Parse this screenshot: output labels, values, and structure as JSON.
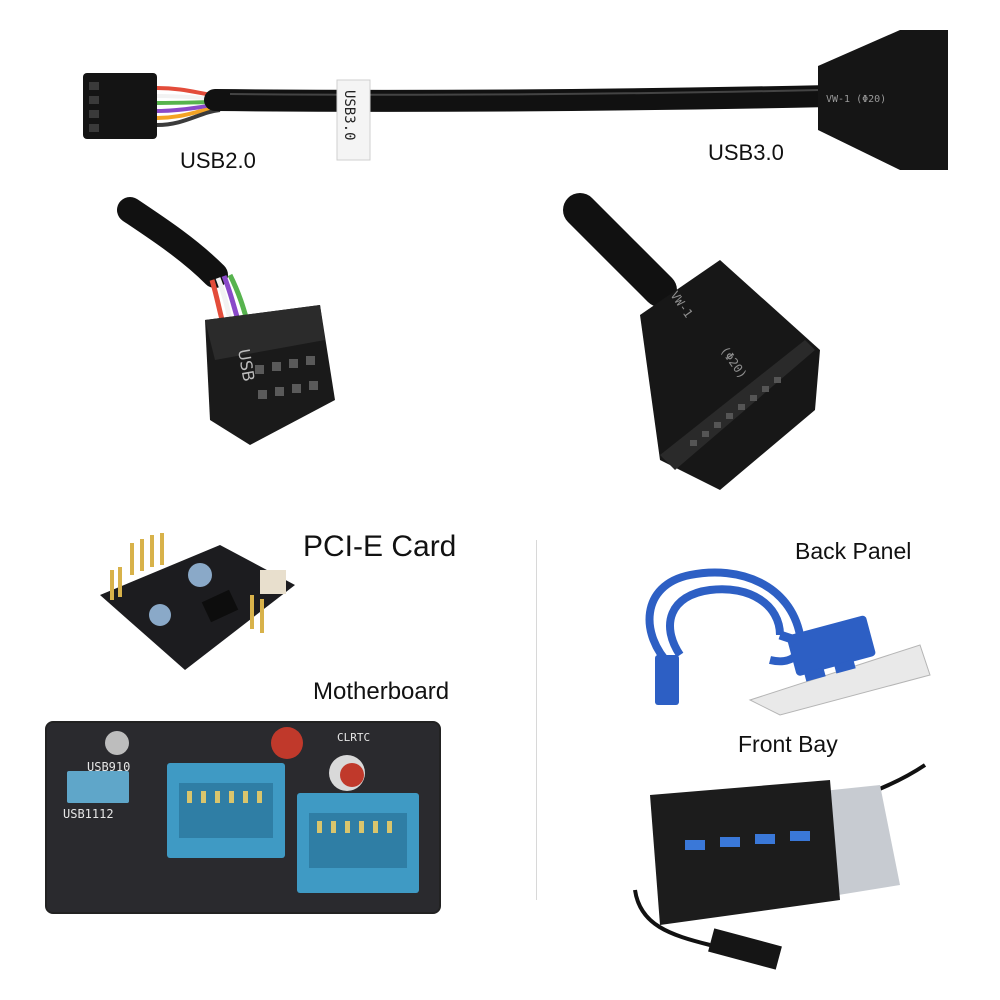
{
  "labels": {
    "usb2": "USB2.0",
    "usb3": "USB3.0",
    "pcie": "PCI-E Card",
    "motherboard": "Motherboard",
    "back_panel": "Back Panel",
    "front_bay": "Front Bay"
  },
  "cable_sleeve_text": "USB3.0",
  "usb3_connector_marking": "VW-1  (Φ20)",
  "usb2_connector_marking": "USB",
  "mobo_silkscreen": {
    "usb910": "USB910",
    "usb1112": "USB1112",
    "clrtc": "CLRTC"
  },
  "colors": {
    "cable": "#111111",
    "usb_blue": "#2d5fc4",
    "header_blue": "#3f9ac4",
    "pcb": "#1c1c1f"
  }
}
